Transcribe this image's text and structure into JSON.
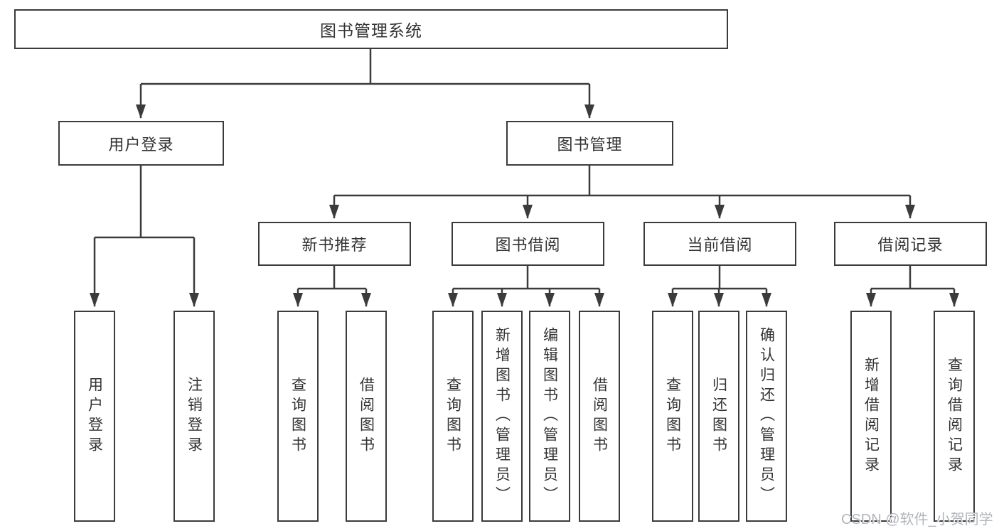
{
  "diagram": {
    "root": {
      "label": "图书管理系统"
    },
    "branches": [
      {
        "label": "用户登录",
        "leaves": [
          "用户登录",
          "注销登录"
        ]
      },
      {
        "label": "图书管理",
        "groups": [
          {
            "label": "新书推荐",
            "leaves": [
              "查询图书",
              "借阅图书"
            ]
          },
          {
            "label": "图书借阅",
            "leaves": [
              "查询图书",
              "新增图书（管理员）",
              "编辑图书（管理员）",
              "借阅图书"
            ]
          },
          {
            "label": "当前借阅",
            "leaves": [
              "查询图书",
              "归还图书",
              "确认归还（管理员）"
            ]
          },
          {
            "label": "借阅记录",
            "leaves": [
              "新增借阅记录",
              "查询借阅记录"
            ]
          }
        ]
      }
    ]
  },
  "watermark": {
    "text": "CSDN @软件_小贺同学"
  },
  "colors": {
    "line": "#3b3b3b",
    "text": "#333333",
    "box_fill": "#ffffff",
    "background": "#ffffff",
    "watermark": "#b2b5bb"
  }
}
